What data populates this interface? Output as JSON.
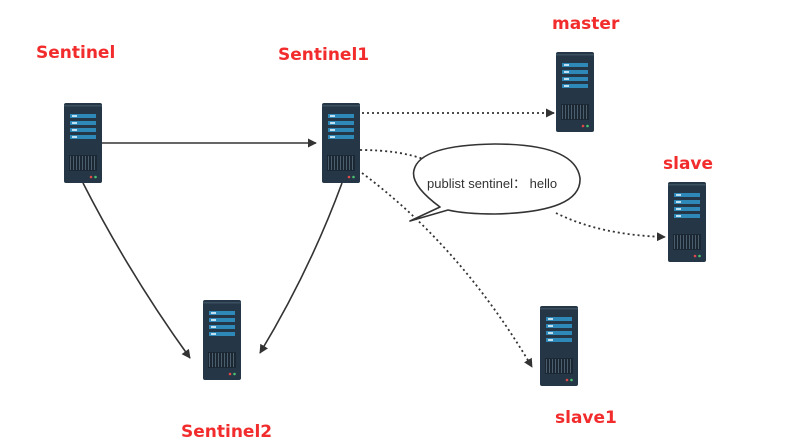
{
  "nodes": {
    "sentinel": {
      "label": "Sentinel",
      "icon": "server-icon"
    },
    "sentinel1": {
      "label": "Sentinel1",
      "icon": "server-icon"
    },
    "sentinel2": {
      "label": "Sentinel2",
      "icon": "server-icon"
    },
    "master": {
      "label": "master",
      "icon": "server-icon"
    },
    "slave": {
      "label": "slave",
      "icon": "server-icon"
    },
    "slave1": {
      "label": "slave1",
      "icon": "server-icon"
    }
  },
  "bubble": {
    "text": "publist sentinel： hello"
  },
  "colors": {
    "label": "#f22c2c",
    "server_body": "#253746",
    "server_panel": "#2e88b8",
    "arrow": "#333333"
  }
}
